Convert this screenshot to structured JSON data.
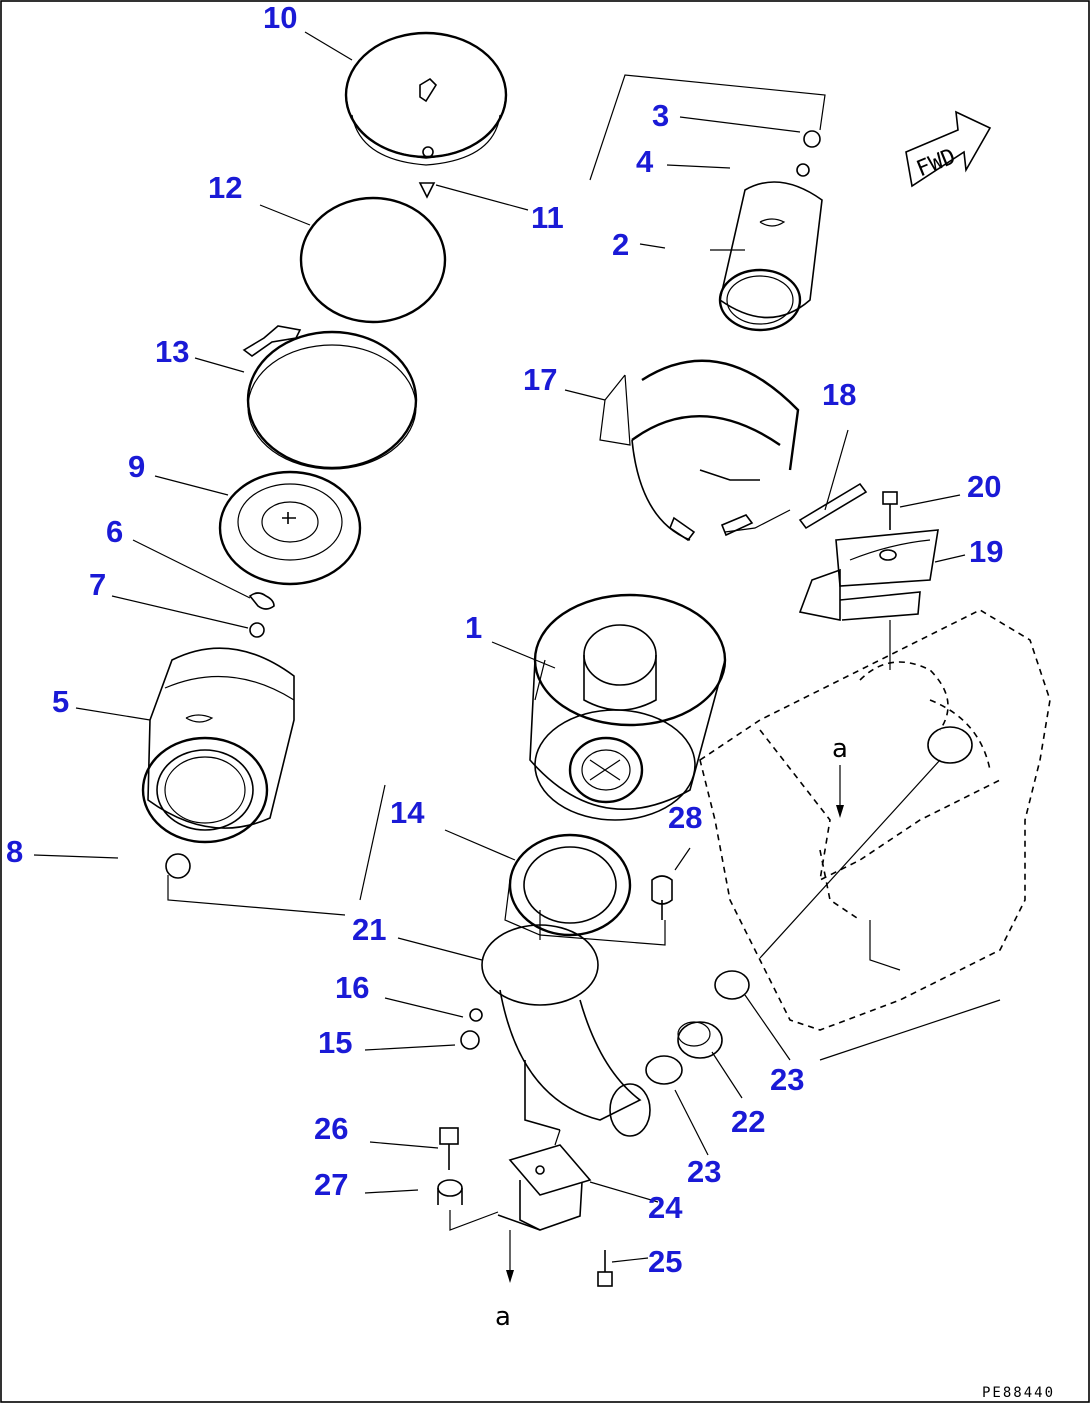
{
  "diagram": {
    "part_numbers": [
      "1",
      "2",
      "3",
      "4",
      "5",
      "6",
      "7",
      "8",
      "9",
      "10",
      "11",
      "12",
      "13",
      "14",
      "15",
      "16",
      "17",
      "18",
      "19",
      "20",
      "21",
      "22",
      "23",
      "23",
      "24",
      "25",
      "26",
      "27",
      "28"
    ],
    "reference_mark": "a",
    "direction_label": "FWD",
    "drawing_code": "PE88440"
  },
  "colors": {
    "label": "#1a1ad6",
    "line": "#000000",
    "background": "#ffffff"
  },
  "icons": {
    "direction": "fwd-arrow-icon"
  }
}
